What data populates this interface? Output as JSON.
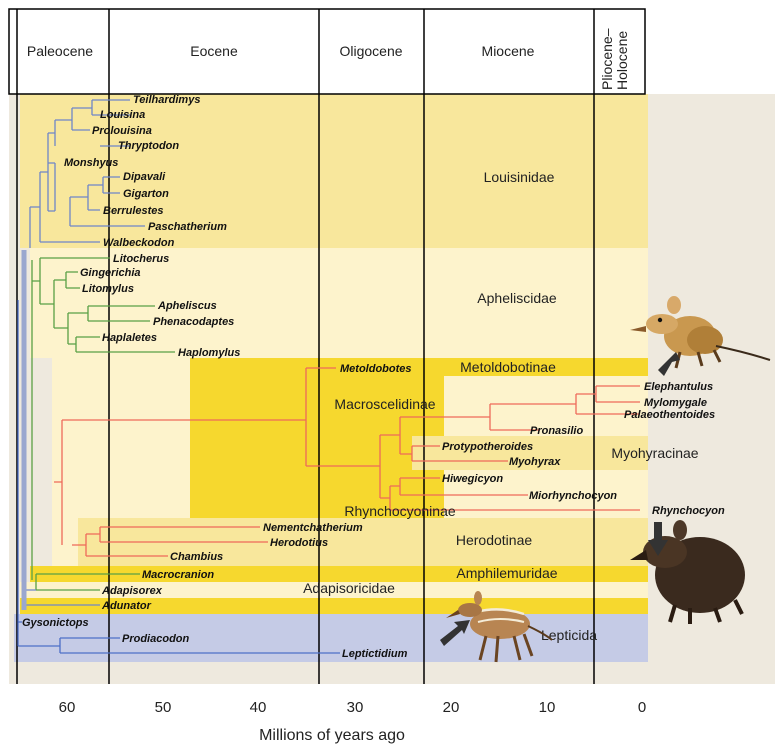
{
  "epochs": [
    "Paleocene",
    "Eocene",
    "Oligocene",
    "Miocene",
    "Pliocene–\nHolocene"
  ],
  "axis": {
    "ticks": [
      "60",
      "50",
      "40",
      "30",
      "20",
      "10",
      "0"
    ],
    "label": "Millions of years ago"
  },
  "taxa": [
    "Teilhardimys",
    "Louisina",
    "Prolouisina",
    "Thryptodon",
    "Monshyus",
    "Dipavali",
    "Gigarton",
    "Berrulestes",
    "Paschatherium",
    "Walbeckodon",
    "Litocherus",
    "Gingerichia",
    "Litomylus",
    "Apheliscus",
    "Phenacodaptes",
    "Haplaletes",
    "Haplomylus",
    "Metoldobotes",
    "Elephantulus",
    "Mylomygale",
    "Palaeothentoides",
    "Pronasilio",
    "Protypotheroides",
    "Myohyrax",
    "Hiwegicyon",
    "Miorhynchocyon",
    "Rhynchocyon",
    "Nementchatherium",
    "Herodotius",
    "Chambius",
    "Macrocranion",
    "Adapisorex",
    "Adunator",
    "Gysonictops",
    "Prodiacodon",
    "Leptictidium"
  ],
  "groups": [
    "Louisinidae",
    "Apheliscidae",
    "Metoldobotinae",
    "Macroscelidinae",
    "Myohyracinae",
    "Rhynchocyoninae",
    "Herodotinae",
    "Amphilemuridae",
    "Adapisoricidae",
    "Lepticida"
  ],
  "colors": {
    "louisinid_branch": "#6f86c8",
    "apheliscid_branch": "#5aa045",
    "macroscelid_branch": "#ee6a5a",
    "leptictid_branch": "#4d6fc8",
    "band_light": "#fdf3cc",
    "band_medium": "#f8e79c",
    "band_strong": "#f6d82e",
    "band_blue": "#c5cbe6"
  },
  "animals": [
    "elephant-shrew-tan-illustration",
    "elephant-shrew-dark-illustration",
    "leptictidium-illustration"
  ]
}
